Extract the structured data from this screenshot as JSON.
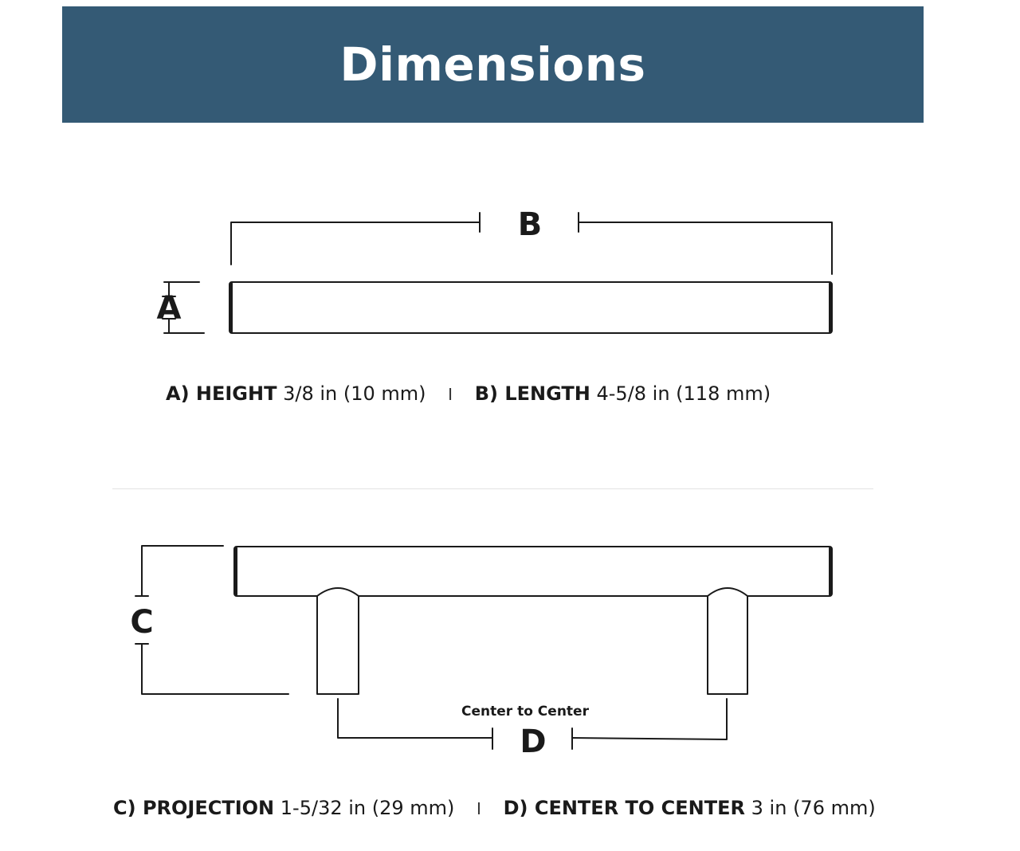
{
  "header": {
    "title": "Dimensions"
  },
  "diagram": {
    "top_view": {
      "label_a": "A",
      "label_b": "B"
    },
    "side_view": {
      "label_c": "C",
      "label_d": "D",
      "caption_d": "Center to Center"
    }
  },
  "specs": {
    "height": {
      "key": "A) HEIGHT",
      "value": "3/8 in (10 mm)"
    },
    "length": {
      "key": "B) LENGTH",
      "value": "4-5/8 in (118 mm)"
    },
    "projection": {
      "key": "C) PROJECTION",
      "value": "1-5/32 in (29 mm)"
    },
    "center": {
      "key": "D) CENTER TO CENTER",
      "value": "3 in (76 mm)"
    },
    "separator": "I"
  },
  "colors": {
    "banner": "#345a75",
    "text": "#1a1a1a",
    "line": "#1a1a1a"
  }
}
